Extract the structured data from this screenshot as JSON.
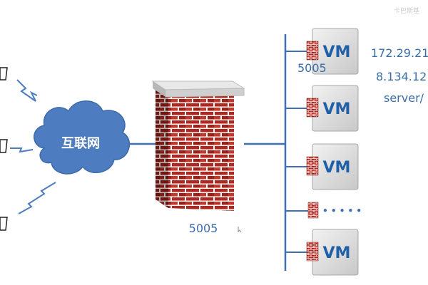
{
  "diagram": {
    "cloud_label": "互联网",
    "firewall_port_label": "5005",
    "vm_port_label": "5005",
    "vm_label": "VM",
    "ip_lines": [
      "172.29.21",
      "8.134.12",
      "server/"
    ],
    "dots": "• • • • •",
    "watermark": "卡巴斯基",
    "colors": {
      "line": "#3e6fb4",
      "cloud": "#4d7dc0",
      "brick": "#b3261e",
      "vm_box": "#d9d9d9",
      "vm_text": "#1f5fa8"
    }
  }
}
